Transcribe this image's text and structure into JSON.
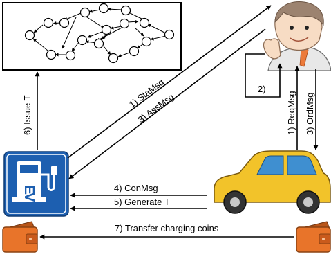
{
  "messages": {
    "sta_msg": "1) StaMsg",
    "ass_msg": "3) AssMsg",
    "issue_t": "6) Issue T",
    "req_msg": "1) ReqMsg",
    "ord_msg": "3) OrdMsg",
    "step_two": "2)",
    "con_msg": "4) ConMsg",
    "generate_t": "5) Generate T",
    "transfer": "7) Transfer charging coins"
  },
  "ev_sign": {
    "letters": "EV",
    "background_color": "#1d5fb0"
  },
  "colors": {
    "car_body": "#f2c32a",
    "car_window": "#3f8fd0",
    "wallet": "#e8742a"
  }
}
